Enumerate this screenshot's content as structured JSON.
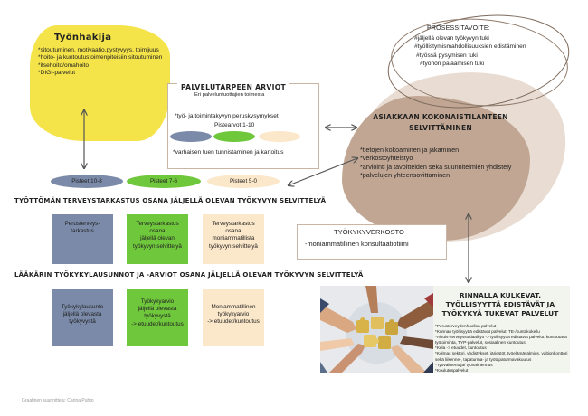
{
  "tyonhakija": {
    "title": "Työnhakija",
    "items": [
      "*sitoutuminen, motivaatio,pystyvyys, toimijuus",
      "*hoito- ja kuntoutustoimenpiteisiin sitoutuminen",
      "*itsehoito/omahoito",
      "*DIGI-palvelut"
    ]
  },
  "arviot": {
    "title": "Palvelutarpeen arviot",
    "subtitle": "Eri palveluntuottajien toimesta",
    "line1": "*työ- ja toimintakyvyn peruskysymykset",
    "line2": "Pistearvot 1-10",
    "line3": "*varhaisen tuen tunnistaminen ja kartoitus"
  },
  "prosessitavoite": {
    "title": "PROSESSITAVOITE:",
    "items": [
      "#jäljellä olevan työkyvyn tuki",
      "#työllistymismahdollisuuksien edistäminen",
      "#työssä pysymisen tuki",
      "#työhön palaamisen tuki"
    ]
  },
  "asiakas": {
    "title": "Asiakkaan kokonaistilanteen selvittäminen",
    "items": [
      "*tietojen kokoaminen ja jakaminen",
      "*verkostoyhteistyö",
      "*arviointi ja tavoitteiden sekä suunnitelmien yhdistely",
      "*palvelujen yhteensovittaminen"
    ]
  },
  "pisteet": [
    "Pisteet 10-8",
    "Pisteet 7-6",
    "Pisteet 5-0"
  ],
  "section1": "Työttömän terveystarkastus osana jäljellä olevan työkyvyn selvittelyä",
  "section2": "Lääkärin työkykylausunnot ja -arviot osana jäljellä olevan työkyvyn selvittelyä",
  "cards_row1": [
    [
      "Perusterveys-",
      "tarkastus"
    ],
    [
      "Terveystarkastus",
      "osana",
      "jäljellä olevan",
      "työkyvyn selvittelyä"
    ],
    [
      "Terveystarkastus",
      "osana",
      "moniammatillista",
      "työkyvyn selvittelyä"
    ]
  ],
  "cards_row2": [
    [
      "Työkykylausunto",
      "jäljellä olevasta",
      "työkyvystä"
    ],
    [
      "Työkykyarvio",
      "jäljellä olevasta",
      "työkyvystä",
      "-> etuudet/kuntoutus"
    ],
    [
      "Moniammatillinen",
      "työkykyarvio",
      "-> etuudet/kuntoutus"
    ]
  ],
  "verkosto": {
    "title": "TYÖKYKYVERKOSTO",
    "subtitle": "-moniammatillinen konsultaatiotiimi"
  },
  "rinnalla": {
    "title": "Rinnalla kulkevat, työllisyyttä edistävät ja työkykyä tukevat palvelut",
    "items": [
      "*Perusterveydenhuollon palvelut",
      "*Kunnan työllisyyttä edistävät palvelut: TE-/kuntakokeilu",
      "*Aikuis-/terveyssosiaalityö -> työllisyyttä edistävät palvelut: kuntoutava työtoiminta, TYP-palvelut, sosiaalinen kuntoutus",
      "*Kela -> etuudet, kuntoutus",
      "*Kolmas sektori, yhdistykset, järjestöt, työelämävalmius, valtionkonttori sekä liikenne-, tapaturma- ja työtapaturmavakuutus",
      "*Työvalmentaja/ työvalmennus",
      "*Koulutuspalvelut"
    ]
  },
  "credit": "Graafinen suunnittelu: Carina Puhto",
  "colors": {
    "blue": "#7a8aa8",
    "green": "#6fc73c",
    "peach": "#fbe7c9",
    "yellow": "#f4e349",
    "brown": "#c1a793",
    "tan": "#e9ddd3"
  }
}
